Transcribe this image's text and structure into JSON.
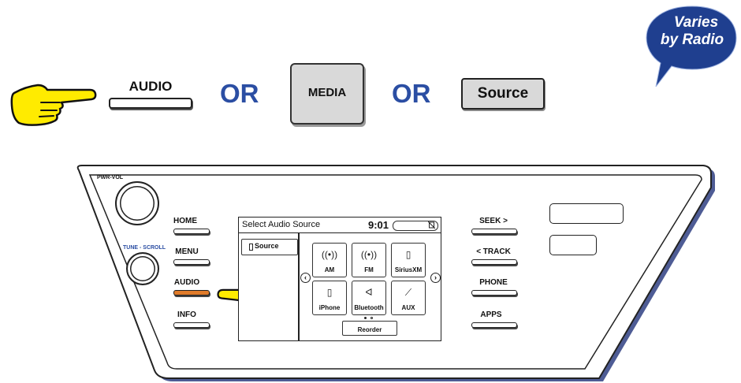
{
  "top_row": {
    "audio_label": "AUDIO",
    "or_1": "OR",
    "media_label": "MEDIA",
    "or_2": "OR",
    "source_label": "Source"
  },
  "badge": {
    "line1": "Varies",
    "line2": "by Radio",
    "color": "#1f3f8f"
  },
  "head_unit": {
    "pwr_vol_label": "PWR-VOL",
    "tune_scroll_label": "TUNE - SCROLL",
    "left_buttons": [
      "HOME",
      "MENU",
      "AUDIO",
      "INFO"
    ],
    "right_buttons": [
      "SEEK >",
      "< TRACK",
      "PHONE",
      "APPS"
    ],
    "highlight_color": "#e07b2a",
    "screen": {
      "title": "Select Audio Source",
      "time": "9:01",
      "source_tab": "Source",
      "sources": [
        "AM",
        "FM",
        "SiriusXM",
        "iPhone",
        "Bluetooth",
        "AUX"
      ],
      "reorder_label": "Reorder"
    }
  },
  "icons": [
    "pointing-hand-icon",
    "radio-antenna-icon",
    "usb-icon",
    "bluetooth-icon",
    "aux-cable-icon",
    "chevron-left-icon",
    "chevron-right-icon"
  ]
}
